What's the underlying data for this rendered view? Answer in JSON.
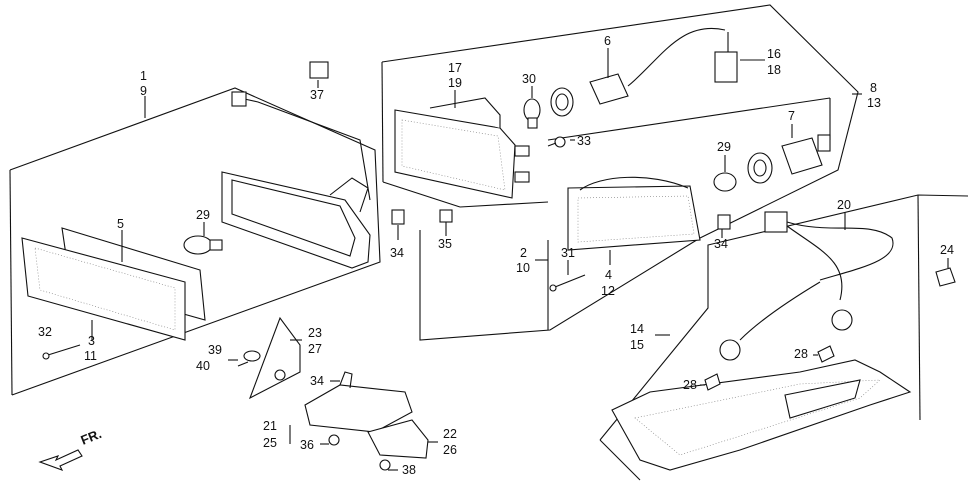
{
  "callouts": [
    {
      "id": "c1",
      "text": "1"
    },
    {
      "id": "c9",
      "text": "9"
    },
    {
      "id": "c37",
      "text": "37"
    },
    {
      "id": "c17",
      "text": "17"
    },
    {
      "id": "c19",
      "text": "19"
    },
    {
      "id": "c30",
      "text": "30"
    },
    {
      "id": "c6",
      "text": "6"
    },
    {
      "id": "c16",
      "text": "16"
    },
    {
      "id": "c18",
      "text": "18"
    },
    {
      "id": "c8",
      "text": "8"
    },
    {
      "id": "c13",
      "text": "13"
    },
    {
      "id": "c33",
      "text": "33"
    },
    {
      "id": "c7",
      "text": "7"
    },
    {
      "id": "c29b",
      "text": "29"
    },
    {
      "id": "c5",
      "text": "5"
    },
    {
      "id": "c29a",
      "text": "29"
    },
    {
      "id": "c34a",
      "text": "34"
    },
    {
      "id": "c35",
      "text": "35"
    },
    {
      "id": "c2",
      "text": "2"
    },
    {
      "id": "c10",
      "text": "10"
    },
    {
      "id": "c31",
      "text": "31"
    },
    {
      "id": "c4",
      "text": "4"
    },
    {
      "id": "c12",
      "text": "12"
    },
    {
      "id": "c34b",
      "text": "34"
    },
    {
      "id": "c20",
      "text": "20"
    },
    {
      "id": "c24",
      "text": "24"
    },
    {
      "id": "c32",
      "text": "32"
    },
    {
      "id": "c3",
      "text": "3"
    },
    {
      "id": "c11",
      "text": "11"
    },
    {
      "id": "c23",
      "text": "23"
    },
    {
      "id": "c27",
      "text": "27"
    },
    {
      "id": "c39",
      "text": "39"
    },
    {
      "id": "c40",
      "text": "40"
    },
    {
      "id": "c14",
      "text": "14"
    },
    {
      "id": "c15",
      "text": "15"
    },
    {
      "id": "c28a",
      "text": "28"
    },
    {
      "id": "c28b",
      "text": "28"
    },
    {
      "id": "c34c",
      "text": "34"
    },
    {
      "id": "c21",
      "text": "21"
    },
    {
      "id": "c25",
      "text": "25"
    },
    {
      "id": "c36",
      "text": "36"
    },
    {
      "id": "c22",
      "text": "22"
    },
    {
      "id": "c26",
      "text": "26"
    },
    {
      "id": "c38",
      "text": "38"
    }
  ],
  "direction_label": "FR."
}
